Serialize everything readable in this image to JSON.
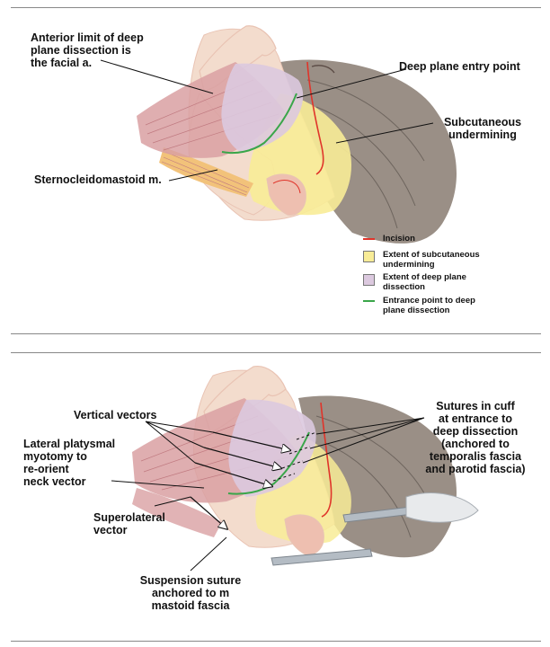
{
  "colors": {
    "skin": "#f3dccd",
    "skin_shadow": "#e9c3b3",
    "hair": "#9a8f86",
    "hair_dark": "#6e655e",
    "ear": "#eebfb0",
    "muscle": "#d9a0a2",
    "muscle_dark": "#c07a80",
    "sternocleidomastoid": "#f2c27a",
    "subcutaneous": "#f8ec97",
    "deep_plane": "#dcc9df",
    "incision": "#e0342a",
    "entrance_line": "#3aa64a",
    "instrument": "#b4bcc4",
    "leader": "#111111"
  },
  "top_panel": {
    "labels": {
      "anterior_limit": "Anterior limit of deep\nplane dissection is\nthe facial a.",
      "entry_point": "Deep plane entry point",
      "subcutaneous": "Subcutaneous\nundermining",
      "sternocleidomastoid": "Sternocleidomastoid m."
    },
    "legend": [
      {
        "key": "incision",
        "label": "Incision"
      },
      {
        "key": "subcutaneous",
        "label": "Extent of subcutaneous\nundermining"
      },
      {
        "key": "deep_plane",
        "label": "Extent of deep plane\ndissection"
      },
      {
        "key": "entrance",
        "label": "Entrance point to deep\nplane dissection"
      }
    ]
  },
  "bottom_panel": {
    "labels": {
      "vertical_vectors": "Vertical vectors",
      "lateral_platysmal": "Lateral platysmal\nmyotomy to\nre-orient\nneck vector",
      "superolateral": "Superolateral\nvector",
      "sutures": "Sutures in cuff\nat entrance to\ndeep dissection\n(anchored to\ntemporalis fascia\nand parotid fascia)",
      "suspension": "Suspension suture\nanchored to m\nmastoid fascia"
    }
  }
}
